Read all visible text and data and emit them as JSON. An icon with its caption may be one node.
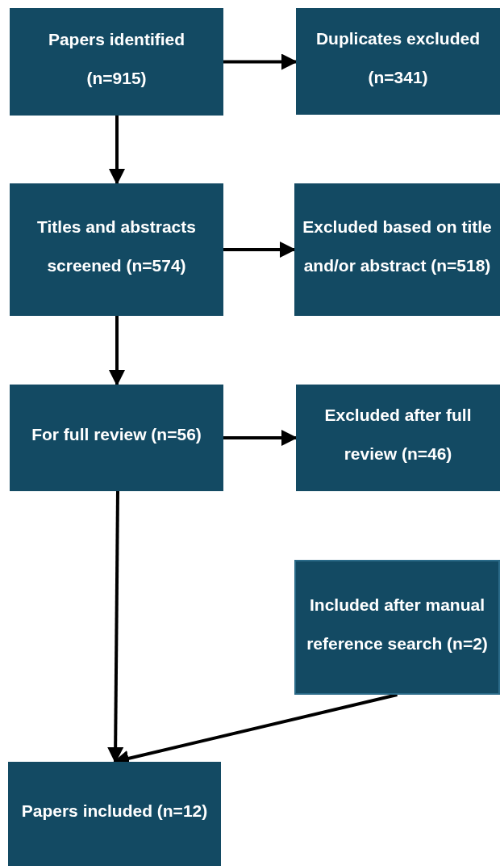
{
  "diagram": {
    "nodes": [
      {
        "text": [
          "Papers identified (n=915)"
        ]
      },
      {
        "text": [
          "Duplicates excluded (n=341)"
        ]
      },
      {
        "text": [
          "Titles and abstracts screened (n=574)"
        ]
      },
      {
        "text": [
          "Excluded based on title and/or abstract (n=518)"
        ]
      },
      {
        "text": [
          "For full review (n=56)"
        ]
      },
      {
        "text": [
          "Excluded after full review (n=46)"
        ]
      },
      {
        "text": [
          "Included after manual reference search (n=2)"
        ]
      },
      {
        "text": [
          "Papers included (n=12)"
        ]
      }
    ],
    "edges": [
      {
        "from": 0,
        "to": 1,
        "arrow": "to"
      },
      {
        "from": 0,
        "to": 2,
        "arrow": "to"
      },
      {
        "from": 2,
        "to": 3,
        "arrow": "to"
      },
      {
        "from": 2,
        "to": 4,
        "arrow": "to"
      },
      {
        "from": 4,
        "to": 5,
        "arrow": "to"
      },
      {
        "from": 4,
        "to": 7,
        "arrow": "to"
      },
      {
        "from": 6,
        "to": 7,
        "arrow": "to"
      }
    ]
  }
}
